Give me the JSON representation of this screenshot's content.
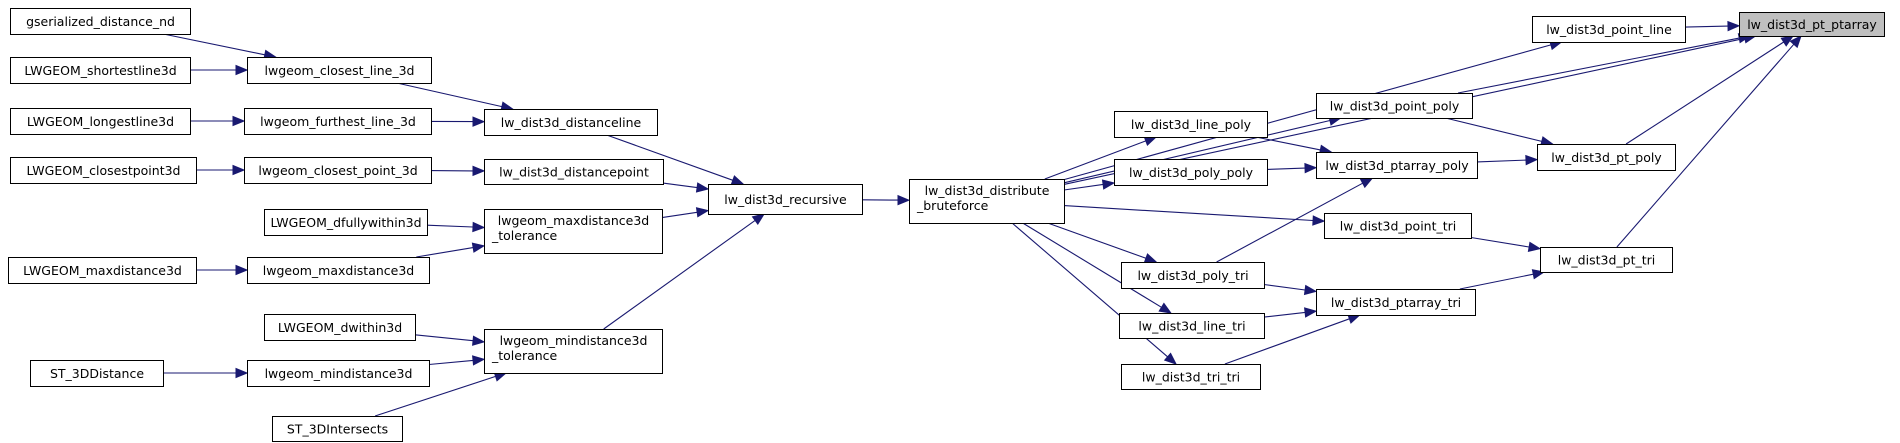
{
  "graph": {
    "root_id": "n_ptarray",
    "nodes": [
      {
        "id": "n_ptarray",
        "lines": [
          "lw_dist3d_pt_ptarray"
        ],
        "root": true
      },
      {
        "id": "n_pt_line",
        "lines": [
          "lw_dist3d_point_line"
        ]
      },
      {
        "id": "n_pt_poly",
        "lines": [
          "lw_dist3d_pt_poly"
        ]
      },
      {
        "id": "n_pt_tri",
        "lines": [
          "lw_dist3d_pt_tri"
        ]
      },
      {
        "id": "n_point_poly",
        "lines": [
          "lw_dist3d_point_poly"
        ]
      },
      {
        "id": "n_ptarray_poly",
        "lines": [
          "lw_dist3d_ptarray_poly"
        ]
      },
      {
        "id": "n_point_tri",
        "lines": [
          "lw_dist3d_point_tri"
        ]
      },
      {
        "id": "n_ptarray_tri",
        "lines": [
          "lw_dist3d_ptarray_tri"
        ]
      },
      {
        "id": "n_line_poly",
        "lines": [
          "lw_dist3d_line_poly"
        ]
      },
      {
        "id": "n_poly_poly",
        "lines": [
          "lw_dist3d_poly_poly"
        ]
      },
      {
        "id": "n_poly_tri",
        "lines": [
          "lw_dist3d_poly_tri"
        ]
      },
      {
        "id": "n_line_tri",
        "lines": [
          "lw_dist3d_line_tri"
        ]
      },
      {
        "id": "n_tri_tri",
        "lines": [
          "lw_dist3d_tri_tri"
        ]
      },
      {
        "id": "n_brute",
        "lines": [
          "lw_dist3d_distribute",
          "_bruteforce"
        ]
      },
      {
        "id": "n_recursive",
        "lines": [
          "lw_dist3d_recursive"
        ]
      },
      {
        "id": "n_distanceline",
        "lines": [
          "lw_dist3d_distanceline"
        ]
      },
      {
        "id": "n_distancepoint",
        "lines": [
          "lw_dist3d_distancepoint"
        ]
      },
      {
        "id": "n_maxtol",
        "lines": [
          "lwgeom_maxdistance3d",
          "_tolerance"
        ]
      },
      {
        "id": "n_mintol",
        "lines": [
          "lwgeom_mindistance3d",
          "_tolerance"
        ]
      },
      {
        "id": "n_closest_line",
        "lines": [
          "lwgeom_closest_line_3d"
        ]
      },
      {
        "id": "n_furthest_line",
        "lines": [
          "lwgeom_furthest_line_3d"
        ]
      },
      {
        "id": "n_closest_point",
        "lines": [
          "lwgeom_closest_point_3d"
        ]
      },
      {
        "id": "n_maxdist3d",
        "lines": [
          "lwgeom_maxdistance3d"
        ]
      },
      {
        "id": "n_mindist3d",
        "lines": [
          "lwgeom_mindistance3d"
        ]
      },
      {
        "id": "n_gser",
        "lines": [
          "gserialized_distance_nd"
        ]
      },
      {
        "id": "n_shortest",
        "lines": [
          "LWGEOM_shortestline3d"
        ]
      },
      {
        "id": "n_longest",
        "lines": [
          "LWGEOM_longestline3d"
        ]
      },
      {
        "id": "n_closestpoint3d",
        "lines": [
          "LWGEOM_closestpoint3d"
        ]
      },
      {
        "id": "n_dfully",
        "lines": [
          "LWGEOM_dfullywithin3d"
        ]
      },
      {
        "id": "n_maxdistance3d_sql",
        "lines": [
          "LWGEOM_maxdistance3d"
        ]
      },
      {
        "id": "n_dwithin",
        "lines": [
          "LWGEOM_dwithin3d"
        ]
      },
      {
        "id": "n_st3ddistance",
        "lines": [
          "ST_3DDistance"
        ]
      },
      {
        "id": "n_st3dintersects",
        "lines": [
          "ST_3DIntersects"
        ]
      }
    ],
    "edges": [
      {
        "from": "n_pt_line",
        "to": "n_ptarray"
      },
      {
        "from": "n_pt_poly",
        "to": "n_ptarray"
      },
      {
        "from": "n_pt_tri",
        "to": "n_ptarray"
      },
      {
        "from": "n_point_poly",
        "to": "n_ptarray"
      },
      {
        "from": "n_point_poly",
        "to": "n_pt_poly"
      },
      {
        "from": "n_ptarray_poly",
        "to": "n_pt_poly"
      },
      {
        "from": "n_point_tri",
        "to": "n_pt_tri"
      },
      {
        "from": "n_ptarray_tri",
        "to": "n_pt_tri"
      },
      {
        "from": "n_line_poly",
        "to": "n_ptarray_poly"
      },
      {
        "from": "n_poly_poly",
        "to": "n_ptarray_poly"
      },
      {
        "from": "n_poly_tri",
        "to": "n_ptarray_poly"
      },
      {
        "from": "n_poly_tri",
        "to": "n_ptarray_tri"
      },
      {
        "from": "n_line_tri",
        "to": "n_ptarray_tri"
      },
      {
        "from": "n_tri_tri",
        "to": "n_ptarray_tri"
      },
      {
        "from": "n_brute",
        "to": "n_pt_line"
      },
      {
        "from": "n_brute",
        "to": "n_point_poly"
      },
      {
        "from": "n_brute",
        "to": "n_ptarray"
      },
      {
        "from": "n_brute",
        "to": "n_line_poly"
      },
      {
        "from": "n_brute",
        "to": "n_poly_poly"
      },
      {
        "from": "n_brute",
        "to": "n_point_tri"
      },
      {
        "from": "n_brute",
        "to": "n_poly_tri"
      },
      {
        "from": "n_brute",
        "to": "n_line_tri"
      },
      {
        "from": "n_brute",
        "to": "n_tri_tri"
      },
      {
        "from": "n_recursive",
        "to": "n_brute"
      },
      {
        "from": "n_distanceline",
        "to": "n_recursive"
      },
      {
        "from": "n_distancepoint",
        "to": "n_recursive"
      },
      {
        "from": "n_maxtol",
        "to": "n_recursive"
      },
      {
        "from": "n_mintol",
        "to": "n_recursive"
      },
      {
        "from": "n_closest_line",
        "to": "n_distanceline"
      },
      {
        "from": "n_furthest_line",
        "to": "n_distanceline"
      },
      {
        "from": "n_closest_point",
        "to": "n_distancepoint"
      },
      {
        "from": "n_maxdist3d",
        "to": "n_maxtol"
      },
      {
        "from": "n_mindist3d",
        "to": "n_mintol"
      },
      {
        "from": "n_gser",
        "to": "n_closest_line"
      },
      {
        "from": "n_shortest",
        "to": "n_closest_line"
      },
      {
        "from": "n_longest",
        "to": "n_furthest_line"
      },
      {
        "from": "n_closestpoint3d",
        "to": "n_closest_point"
      },
      {
        "from": "n_dfully",
        "to": "n_maxtol"
      },
      {
        "from": "n_maxdistance3d_sql",
        "to": "n_maxdist3d"
      },
      {
        "from": "n_dwithin",
        "to": "n_mintol"
      },
      {
        "from": "n_st3ddistance",
        "to": "n_mindist3d"
      },
      {
        "from": "n_st3dintersects",
        "to": "n_mintol"
      }
    ]
  }
}
